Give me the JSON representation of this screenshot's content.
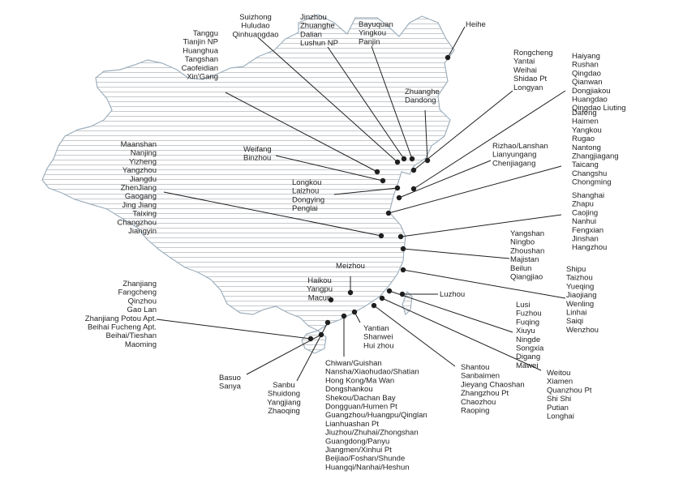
{
  "colors": {
    "land_fill": "#ffffff",
    "land_outline": "#9fb0bd",
    "hatch": "#c5c9cd",
    "leader": "#1f1f1f",
    "text": "#222222"
  },
  "ports": [
    {
      "id": "heihe",
      "lines": [
        "Heihe"
      ]
    },
    {
      "id": "bayuquan",
      "lines": [
        "Bayuquan",
        "Yingkou",
        "Panjin"
      ]
    },
    {
      "id": "jinzhou",
      "lines": [
        "Jinzhou",
        "Zhuanghe",
        "Dalian",
        "Lushun NP"
      ]
    },
    {
      "id": "suizhong",
      "lines": [
        "Suizhong",
        "Huludao",
        "Qinhuangdao"
      ]
    },
    {
      "id": "tanggu",
      "lines": [
        "Tanggu",
        "Tianjin NP",
        "Huanghua",
        "Tangshan",
        "Caofeidian",
        "Xin'Gang"
      ]
    },
    {
      "id": "rongcheng",
      "lines": [
        "Rongcheng",
        "Yantai",
        "Weihai",
        "Shidao Pt",
        "Longyan"
      ]
    },
    {
      "id": "haiyang",
      "lines": [
        "Haiyang",
        "Rushan",
        "Qingdao",
        "Qianwan",
        "Dongjiakou",
        "Huangdao",
        "Qingdao Liuting"
      ]
    },
    {
      "id": "zhuanghe",
      "lines": [
        "Zhuanghe",
        "Dandong"
      ]
    },
    {
      "id": "weifang",
      "lines": [
        "Weifang",
        "Binzhou"
      ]
    },
    {
      "id": "longkou",
      "lines": [
        "Longkou",
        "Laizhou",
        "Dongying",
        "Penglai"
      ]
    },
    {
      "id": "rizhao",
      "lines": [
        "Rizhao/Lanshan",
        "Lianyungang",
        "Chenjiagang"
      ]
    },
    {
      "id": "dafeng",
      "lines": [
        "Dafeng",
        "Haimen",
        "Yangkou",
        "Rugao",
        "Nantong",
        "Zhangjiagang",
        "Taicang",
        "Changshu",
        "Chongming"
      ]
    },
    {
      "id": "maanshan",
      "lines": [
        "Maanshan",
        "Nanjing",
        "Yizheng",
        "Yangzhou",
        "Jiangdu",
        "ZhenJiang",
        "Gaogang",
        "Jing Jiang",
        "Taixing",
        "Changzhou",
        "Jiangyin"
      ]
    },
    {
      "id": "shanghai",
      "lines": [
        "Shanghai",
        "Zhapu",
        "Caojing",
        "Nanhui",
        "Fengxian",
        "Jinshan",
        "Hangzhou"
      ]
    },
    {
      "id": "yangshan",
      "lines": [
        "Yangshan",
        "Ningbo",
        "Zhoushan",
        "Majistan",
        "Beilun",
        "Qiangjiao"
      ]
    },
    {
      "id": "meizhou",
      "lines": [
        "Meizhou"
      ]
    },
    {
      "id": "shipu",
      "lines": [
        "Shipu",
        "Taizhou",
        "Yueqing",
        "Jiaojiang",
        "Wenling",
        "Linhai",
        "Saiqi",
        "Wenzhou"
      ]
    },
    {
      "id": "haikou",
      "lines": [
        "Haikou",
        "Yangpu",
        "Macun"
      ]
    },
    {
      "id": "luzhou",
      "lines": [
        "Luzhou"
      ]
    },
    {
      "id": "zhanjiang",
      "lines": [
        "Zhanjiang",
        "Fangcheng",
        "Qinzhou",
        "Gao Lan",
        "Zhanjiang Potou Apt.",
        "Beihai Fucheng Apt.",
        "Beihai/Tieshan",
        "Maoming"
      ]
    },
    {
      "id": "lusi",
      "lines": [
        "Lusi",
        "Fuzhou",
        "Fuqing",
        "Xiuyu",
        "Ningde",
        "Songxia",
        "Digang",
        "Mawei"
      ]
    },
    {
      "id": "yantian",
      "lines": [
        "Yantian",
        "Shanwei",
        "Hui zhou"
      ]
    },
    {
      "id": "basuo",
      "lines": [
        "Basuo",
        "Sanya"
      ]
    },
    {
      "id": "sanbu",
      "lines": [
        "Sanbu",
        "Shuidong",
        "Yangjiang",
        "Zhaoqing"
      ]
    },
    {
      "id": "chiwan",
      "lines": [
        "Chiwan/Guishan",
        "Nansha/Xiaohudao/Shatian",
        "Hong Kong/Ma Wan",
        "Dongshankou",
        "Shekou/Dachan Bay",
        "Dongguan/Humen Pt",
        "Guangzhou/Huangpu/Qinglan",
        "Lianhuashan Pt",
        "Jiuzhou/Zhuhai/Zhongshan",
        "Guangdong/Panyu",
        "Jiangmen/Xinhui Pt",
        "Beijiao/Foshan/Shunde",
        "Huangqi/Nanhai/Heshun"
      ]
    },
    {
      "id": "shantou",
      "lines": [
        "Shantou",
        "Sanbaimen",
        "Jieyang Chaoshan",
        "Zhangzhou Pt",
        "Chaozhou",
        "Raoping"
      ]
    },
    {
      "id": "weitou",
      "lines": [
        "Weitou",
        "Xiamen",
        "Quanzhou Pt",
        "Shi Shi",
        "Putian",
        "Longhai"
      ]
    }
  ]
}
